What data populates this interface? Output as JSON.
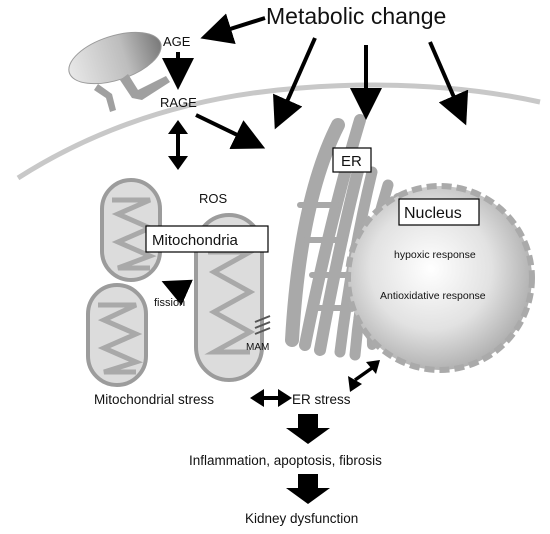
{
  "labels": {
    "metabolic_change": "Metabolic change",
    "age": "AGE",
    "rage": "RAGE",
    "ros": "ROS",
    "mitochondria": "Mitochondria",
    "fission": "fission",
    "mam": "MAM",
    "er": "ER",
    "nucleus": "Nucleus",
    "hypoxic_response": "hypoxic response",
    "antioxidative_response": "Antioxidative response",
    "mitochondrial_stress": "Mitochondrial stress",
    "er_stress": "ER stress",
    "outcome_1": "Inflammation, apoptosis, fibrosis",
    "outcome_2": "Kidney dysfunction"
  },
  "colors": {
    "membrane": "#c8c8c8",
    "mito_fill": "#d6d6d6",
    "er_fill": "#a9a9a9",
    "nucleus_fill": "#cfcfcf",
    "arrow": "#000000"
  }
}
